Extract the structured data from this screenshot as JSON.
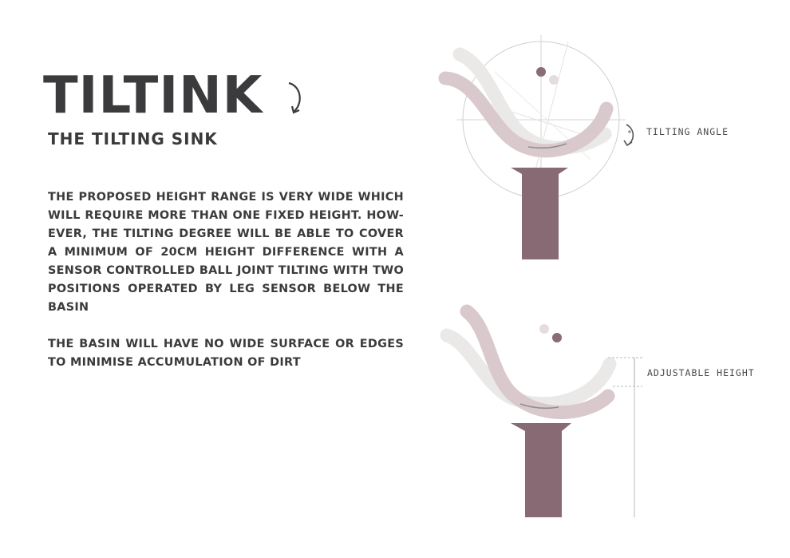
{
  "title": "TILTINK",
  "subtitle": "THE TILTING SINK",
  "paragraphs": {
    "p1": "THE PROPOSED HEIGHT RANGE IS VERY WIDE WHICH WILL REQUIRE MORE THAN ONE FIXED HEIGHT. HOW-EVER, THE TILTING DEGREE WILL BE ABLE TO COVER A MINIMUM OF 20CM HEIGHT DIFFERENCE WITH A SENSOR CONTROLLED BALL JOINT TILTING WITH TWO POSITIONS OPERATED BY LEG SENSOR BELOW THE BASIN",
    "p2": "THE BASIN WILL HAVE NO WIDE SURFACE OR EDGES TO MINIMISE ACCUMULATION OF DIRT"
  },
  "labels": {
    "tilting_angle": "TILTING ANGLE",
    "adjustable_height": "ADJUSTABLE HEIGHT"
  },
  "colors": {
    "text": "#3b3b3d",
    "stand": "#876a73",
    "basin_main": "#d9c9cd",
    "basin_ghost": "#ebe8e8",
    "dot_dark": "#8a6c74",
    "dot_light": "#e4dcde",
    "guide_line": "#c9c9c9"
  },
  "icons": {
    "title_arrow": "rotate-arrow-icon",
    "tilt_arrow": "rotate-arrow-icon"
  }
}
